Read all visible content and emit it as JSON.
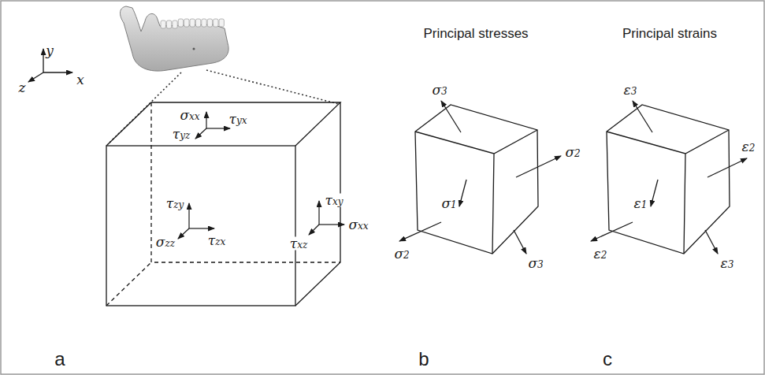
{
  "diagram": {
    "labels": [
      "y",
      "z",
      "x",
      "σxx",
      "τyx",
      "τyz",
      "τzy",
      "σzz",
      "τzx",
      "τxy",
      "τxz",
      "σxx",
      "Principal stresses",
      "σ3",
      "σ2",
      "σ2",
      "σ1",
      "σ3",
      "Principal strains",
      "ε3",
      "ε2",
      "ε2",
      "ε1",
      "ε3",
      "a",
      "b",
      "c"
    ]
  }
}
